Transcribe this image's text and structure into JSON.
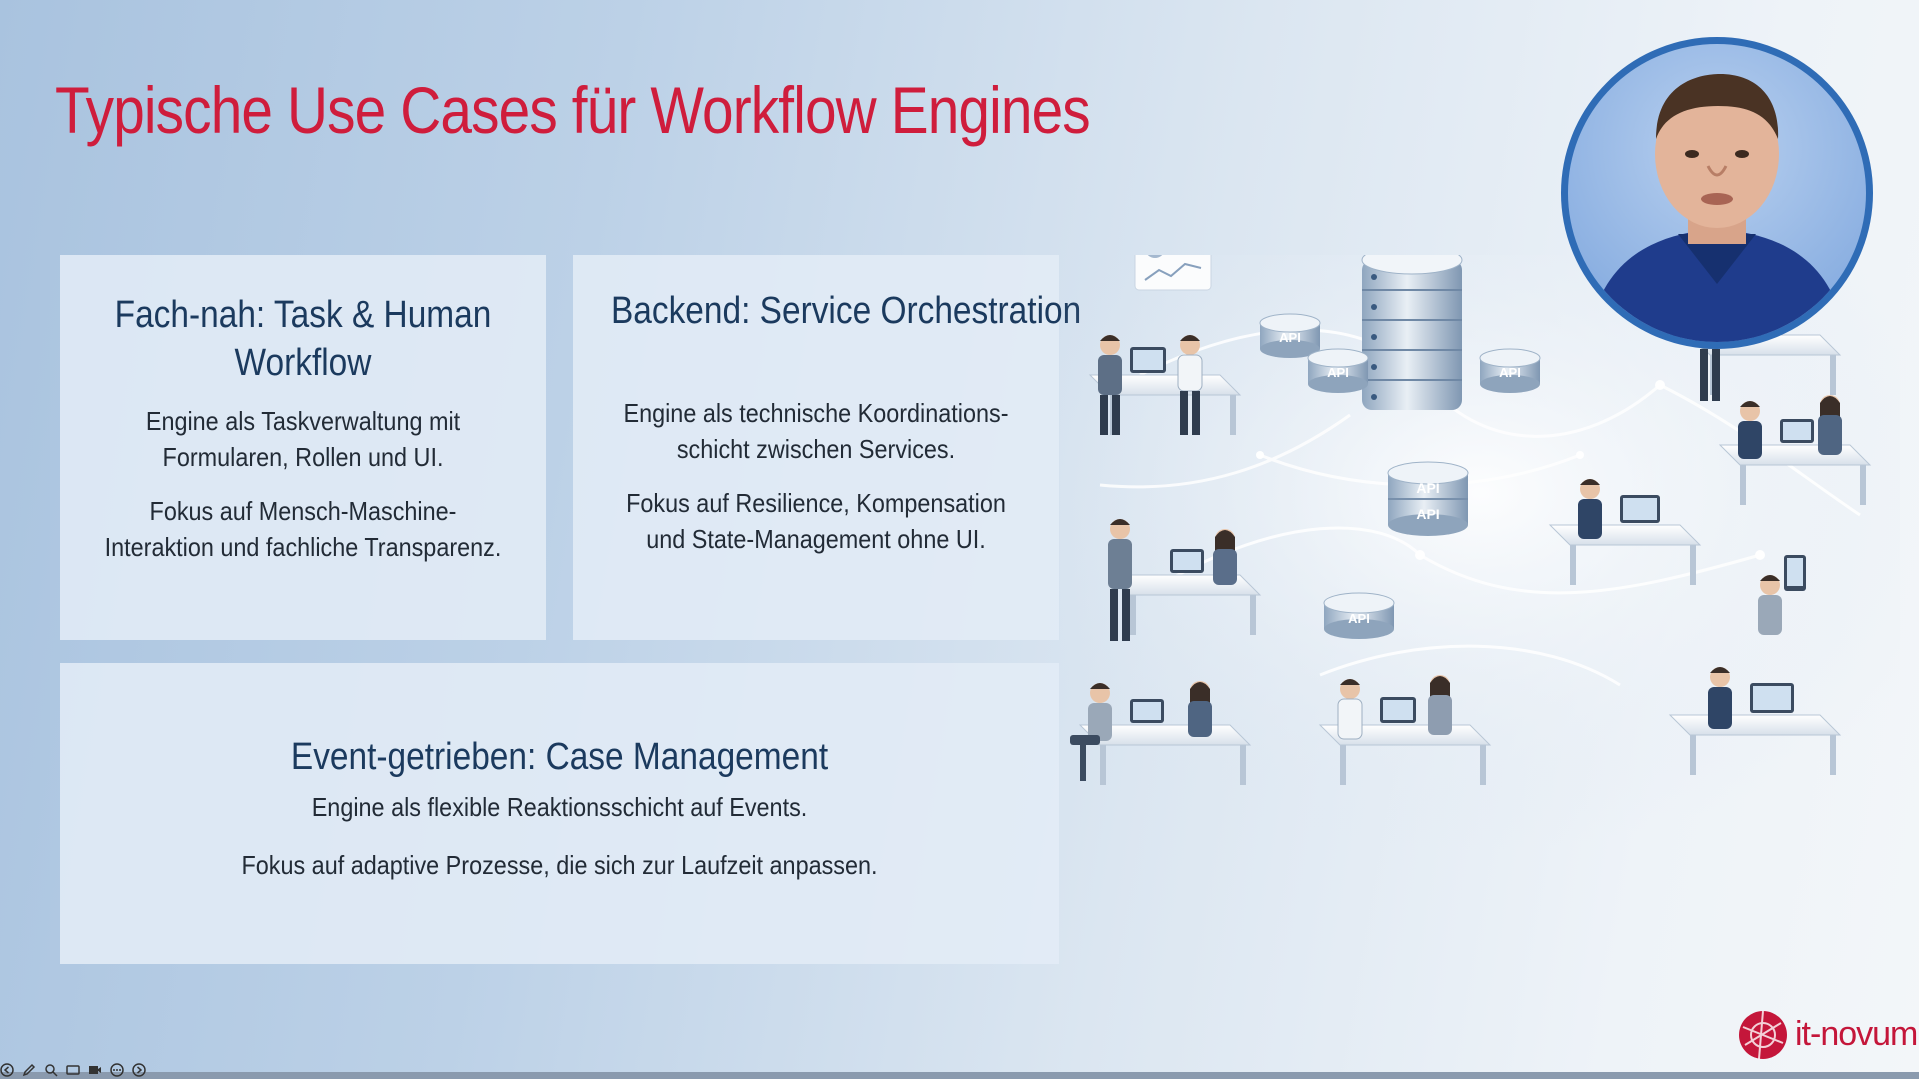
{
  "slide": {
    "title": "Typische Use Cases für Workflow Engines"
  },
  "cards": [
    {
      "title": "Fach-nah: Task & Human Workflow",
      "description": "Engine als Taskverwaltung mit Formularen, Rollen und UI.",
      "focus": "Fokus auf Mensch-Maschine-Interaktion und fachliche Transparenz."
    },
    {
      "title": "Backend: Service Orchestration",
      "description": "Engine als technische Koordinations-schicht zwischen Services.",
      "focus": "Fokus auf Resilience, Kompensation und State-Management ohne UI."
    },
    {
      "title": "Event-getrieben: Case Management",
      "description": "Engine als flexible Reaktionsschicht auf Events.",
      "focus": "Fokus auf adaptive Prozesse, die sich zur Laufzeit anpassen."
    }
  ],
  "illustration": {
    "api_label": "API"
  },
  "logo": {
    "text": "it-novum"
  },
  "toolbar": {
    "icons": [
      "back-icon",
      "pen-icon",
      "zoom-icon",
      "captions-icon",
      "video-icon",
      "more-icon",
      "forward-icon"
    ]
  },
  "colors": {
    "title": "#cf1d3c",
    "card_heading": "#1b3a5e",
    "avatar_ring": "#2f6cb6",
    "logo": "#c4163a"
  }
}
